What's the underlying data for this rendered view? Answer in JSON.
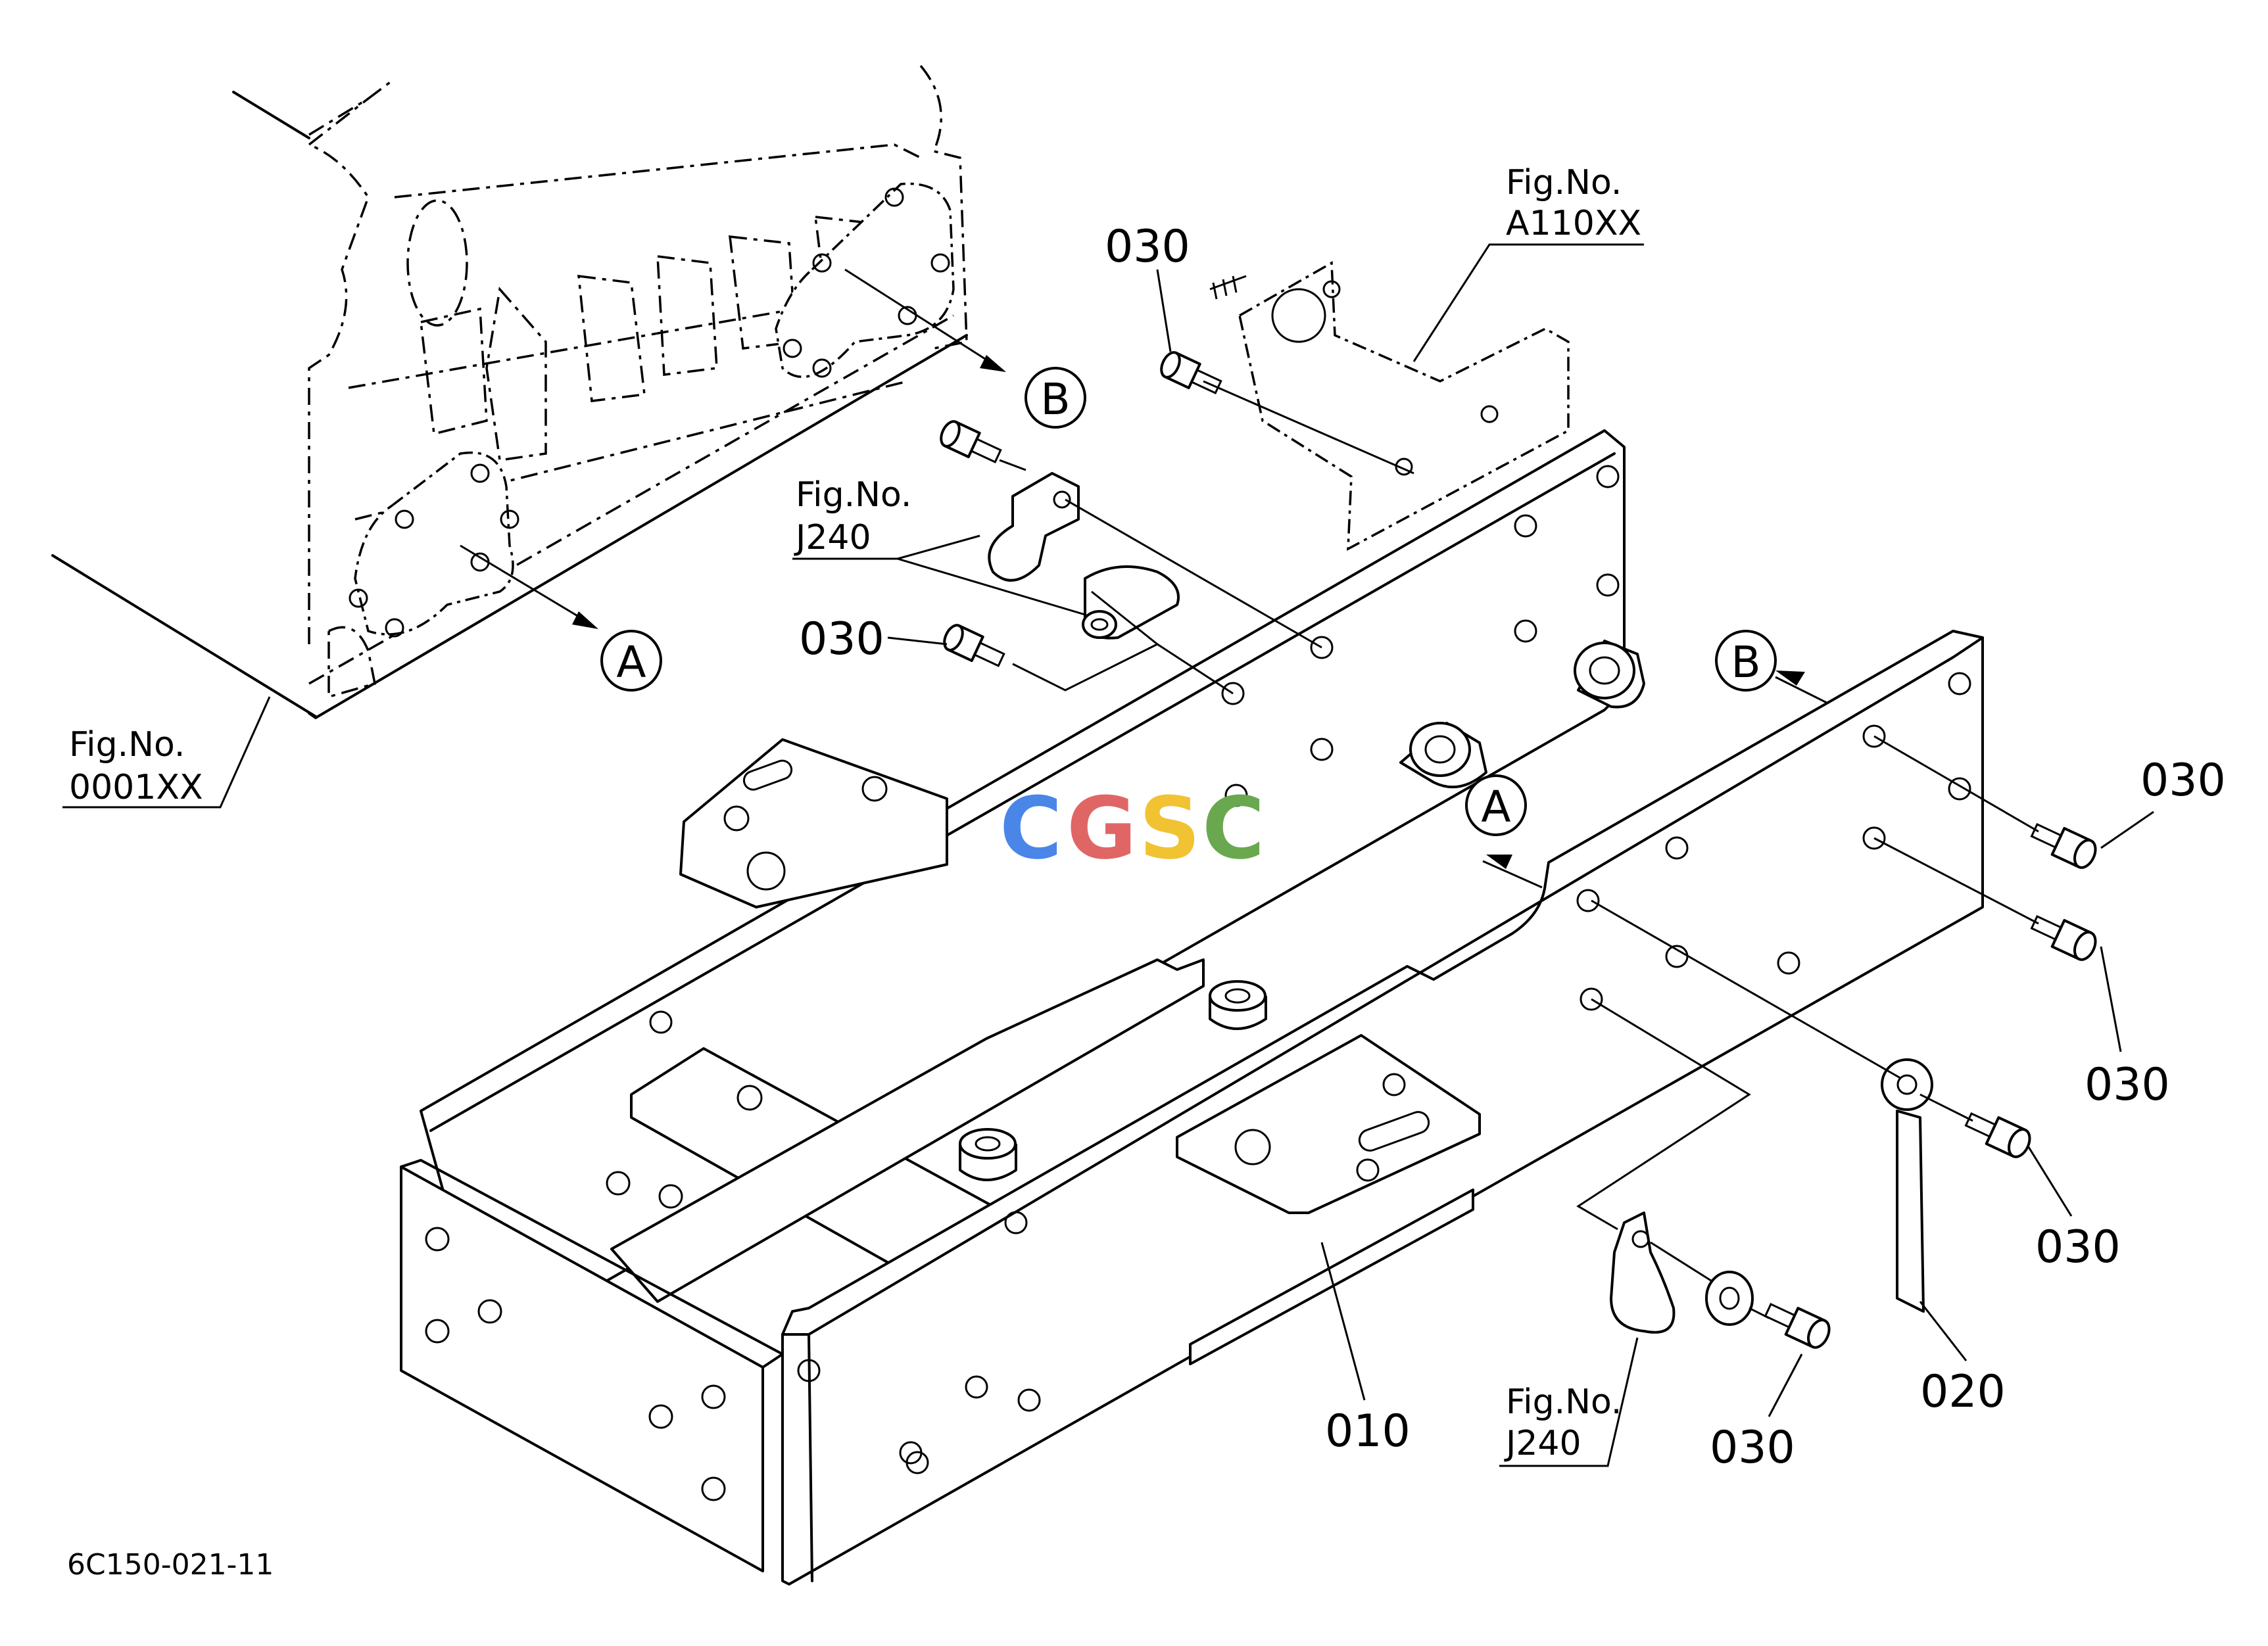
{
  "diagram": {
    "part_labels": {
      "p010": "010",
      "p020": "020",
      "p030": "030"
    },
    "view_markers": {
      "a": "A",
      "b": "B"
    },
    "figure_refs": {
      "engine": {
        "line1": "Fig.No.",
        "line2": "0001XX"
      },
      "bracket": {
        "line1": "Fig.No.",
        "line2": "A110XX"
      },
      "clamp_upper": {
        "line1": "Fig.No.",
        "line2": "J240"
      },
      "clamp_lower": {
        "line1": "Fig.No.",
        "line2": "J240"
      }
    },
    "drawing_code": "6C150-021-11",
    "watermark": {
      "letters": [
        "C",
        "G",
        "S",
        "C"
      ],
      "colors": [
        "#4a86e8",
        "#e06666",
        "#f1c232",
        "#6aa84f"
      ]
    }
  }
}
